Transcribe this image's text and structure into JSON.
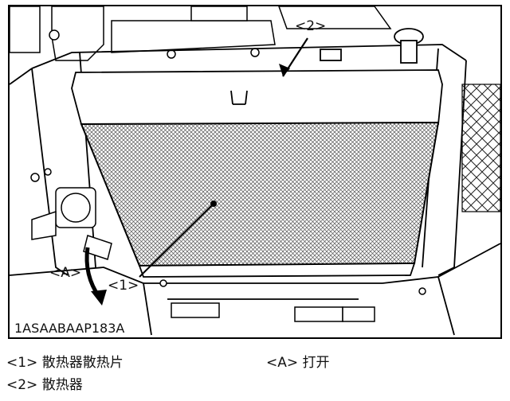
{
  "figure": {
    "image_code": "1ASAABAAP183A",
    "callouts": [
      {
        "id": "1",
        "text": "<1>"
      },
      {
        "id": "2",
        "text": "<2>"
      },
      {
        "id": "A",
        "text": "<A>"
      }
    ]
  },
  "legend": [
    {
      "marker": "<1>",
      "text": "散热器散热片"
    },
    {
      "marker": "<A>",
      "text": "打开"
    },
    {
      "marker": "<2>",
      "text": "散热器"
    }
  ]
}
